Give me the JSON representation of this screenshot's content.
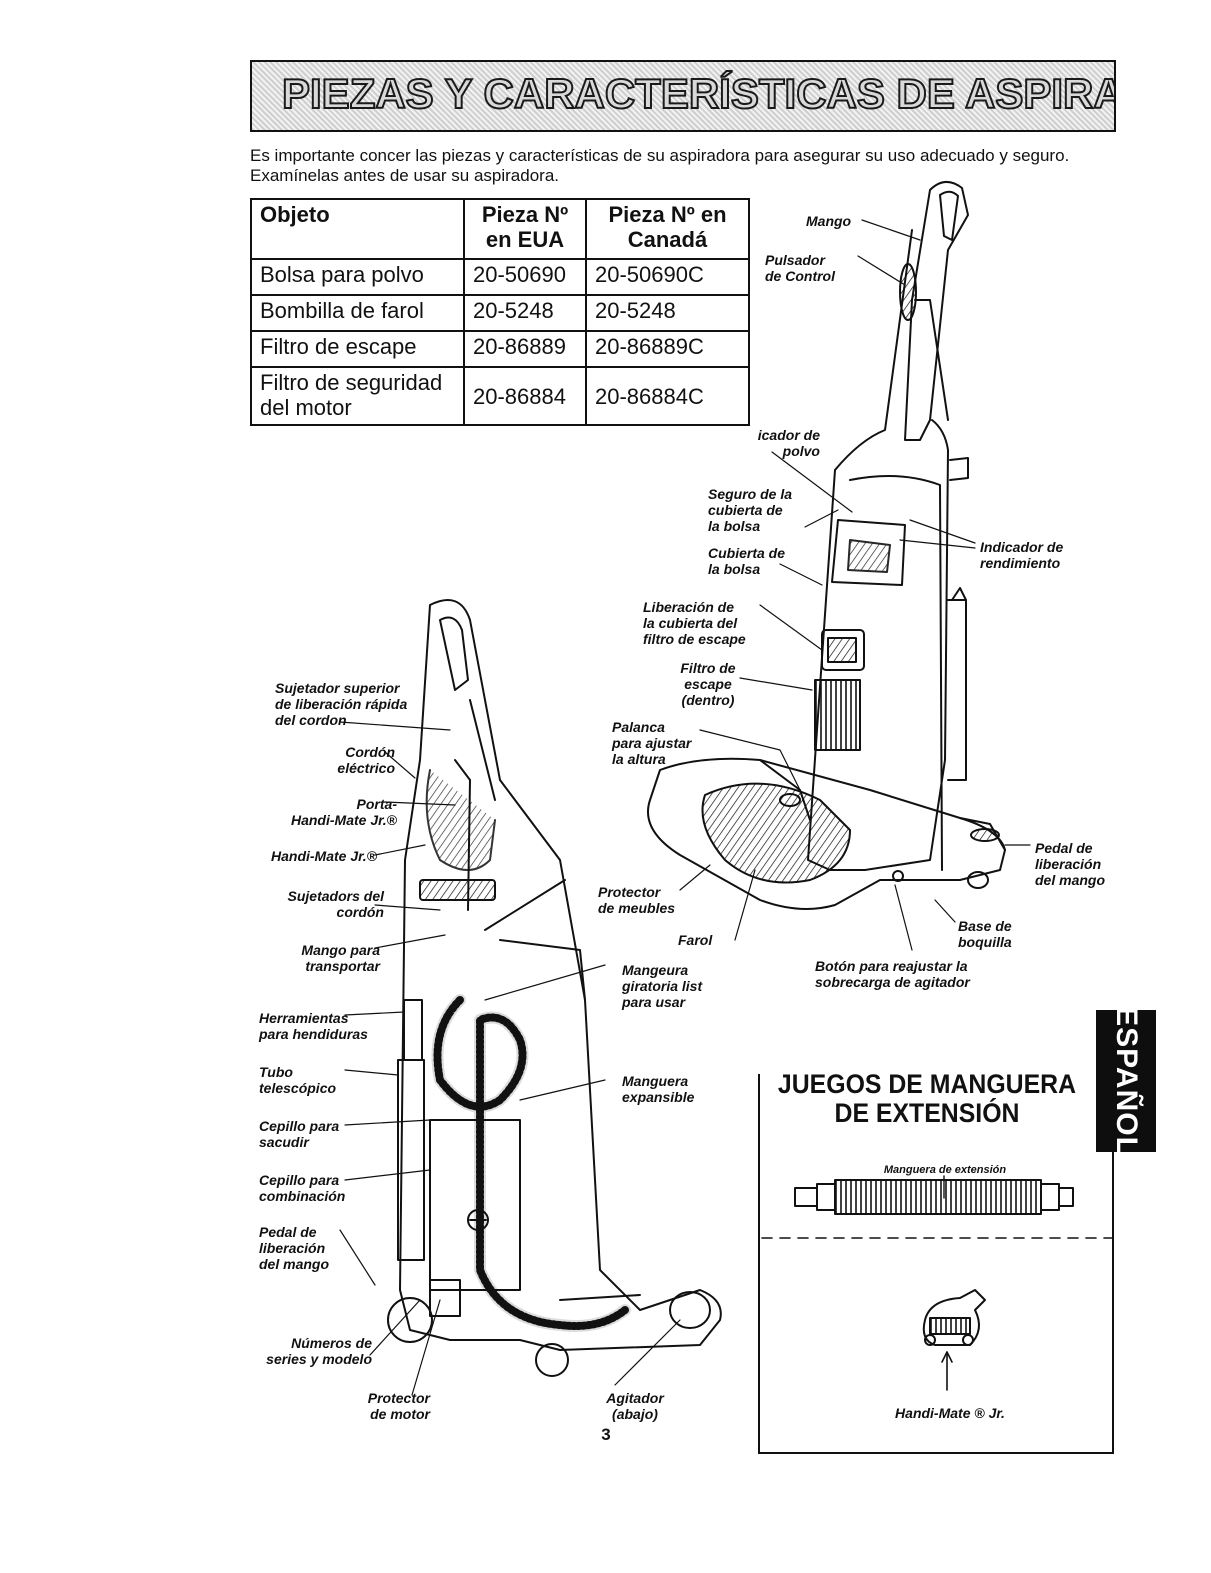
{
  "title": "PIEZAS Y CARACTERÍSTICAS DE ASPIRADORA VERTICAL",
  "intro": {
    "line1": "Es importante concer las piezas y características de su aspiradora para asegurar su uso adecuado y seguro.",
    "line2": "Examínelas antes de usar su aspiradora."
  },
  "parts_table": {
    "headers": [
      "Objeto",
      "Pieza Nº en EUA",
      "Pieza Nº en Canadá"
    ],
    "rows": [
      [
        "Bolsa para polvo",
        "20-50690",
        "20-50690C"
      ],
      [
        "Bombilla de farol",
        "20-5248",
        "20-5248"
      ],
      [
        "Filtro de escape",
        "20-86889",
        "20-86889C"
      ],
      [
        "Filtro de seguridad del motor",
        "20-86884",
        "20-86884C"
      ]
    ]
  },
  "labels": {
    "mango": "Mango",
    "pulsador": "Pulsador\nde Control",
    "indicador_polvo": "icador de\npolvo",
    "seguro": "Seguro de la\ncubierta de\nla bolsa",
    "cubierta": "Cubierta de\nla bolsa",
    "indicador_rend": "Indicador de\nrendimiento",
    "liberacion_filtro": "Liberación de\nla cubierta del\nfiltro de escape",
    "filtro_escape": "Filtro de\nescape\n(dentro)",
    "palanca": "Palanca\npara ajustar\nla altura",
    "pedal_der": "Pedal de\nliberación\ndel mango",
    "base": "Base de\nboquilla",
    "boton": "Botón para reajustar la\nsobrecarga de agitador",
    "protector_muebles": "Protector\nde meubles",
    "farol": "Farol",
    "mangeura": "Mangeura\ngiratoria list\npara usar",
    "manguera_exp": "Manguera\nexpansible",
    "sujetador_sup": "Sujetador superior\nde liberación rápida\ndel cordon",
    "cordon": "Cordón\neléctrico",
    "porta": "Porta-\nHandi-Mate Jr.®",
    "handi": "Handi-Mate Jr.®",
    "sujetadors": "Sujetadors del\ncordón",
    "mango_transp": "Mango para\ntransportar",
    "herramientas": "Herramientas\npara hendiduras",
    "tubo": "Tubo\ntelescópico",
    "cepillo_sacudir": "Cepillo para\nsacudir",
    "cepillo_comb": "Cepillo para\ncombinación",
    "pedal_izq": "Pedal de\nliberación\ndel mango",
    "numeros": "Números de\nseries y modelo",
    "protector_motor": "Protector\nde motor",
    "agitador": "Agitador\n(abajo)"
  },
  "kit": {
    "title": "JUEGOS DE MANGUERA\nDE EXTENSIÓN",
    "hose_label": "Manguera de extensión",
    "handimate_label": "Handi-Mate ® Jr."
  },
  "side_tab": "ESPAÑOL",
  "page_number": "3"
}
